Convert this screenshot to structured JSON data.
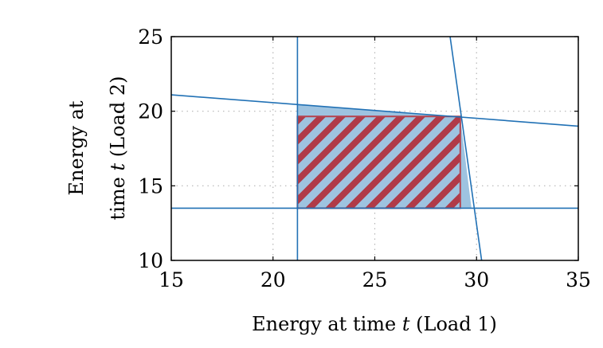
{
  "chart_data": {
    "type": "area",
    "title": "",
    "xlabel": {
      "prefix": "Energy at time ",
      "var": "t",
      "suffix": " (Load 1)"
    },
    "ylabel": {
      "line1": "Energy at",
      "line2_prefix": "time ",
      "line2_var": "t",
      "line2_suffix": " (Load 2)"
    },
    "xlim": [
      15,
      35
    ],
    "ylim": [
      10,
      25
    ],
    "xticks": [
      15,
      20,
      25,
      30,
      35
    ],
    "yticks": [
      10,
      15,
      20,
      25
    ],
    "grid": true,
    "series": [
      {
        "kind": "vertical-line",
        "x": 21.2
      },
      {
        "kind": "horizontal-line",
        "y": 13.5
      },
      {
        "kind": "line",
        "points": [
          [
            15,
            21.1
          ],
          [
            35,
            19.0
          ]
        ]
      },
      {
        "kind": "line",
        "points": [
          [
            28.7,
            25.0
          ],
          [
            30.25,
            10.0
          ]
        ]
      },
      {
        "kind": "polygon",
        "fill": "blue",
        "points": [
          [
            21.2,
            13.5
          ],
          [
            21.2,
            20.45
          ],
          [
            29.2,
            19.62
          ],
          [
            29.75,
            13.5
          ]
        ]
      },
      {
        "kind": "hatched-rectangle",
        "fill": "blue",
        "hatch": "red",
        "x": [
          21.2,
          29.2
        ],
        "y": [
          13.5,
          19.65
        ]
      }
    ],
    "colors": {
      "line": "#2171b5",
      "region_fill": "#9ec3e0",
      "hatch": "#b03a48",
      "rect_stroke": "#b5434f",
      "axis": "#000000"
    }
  }
}
